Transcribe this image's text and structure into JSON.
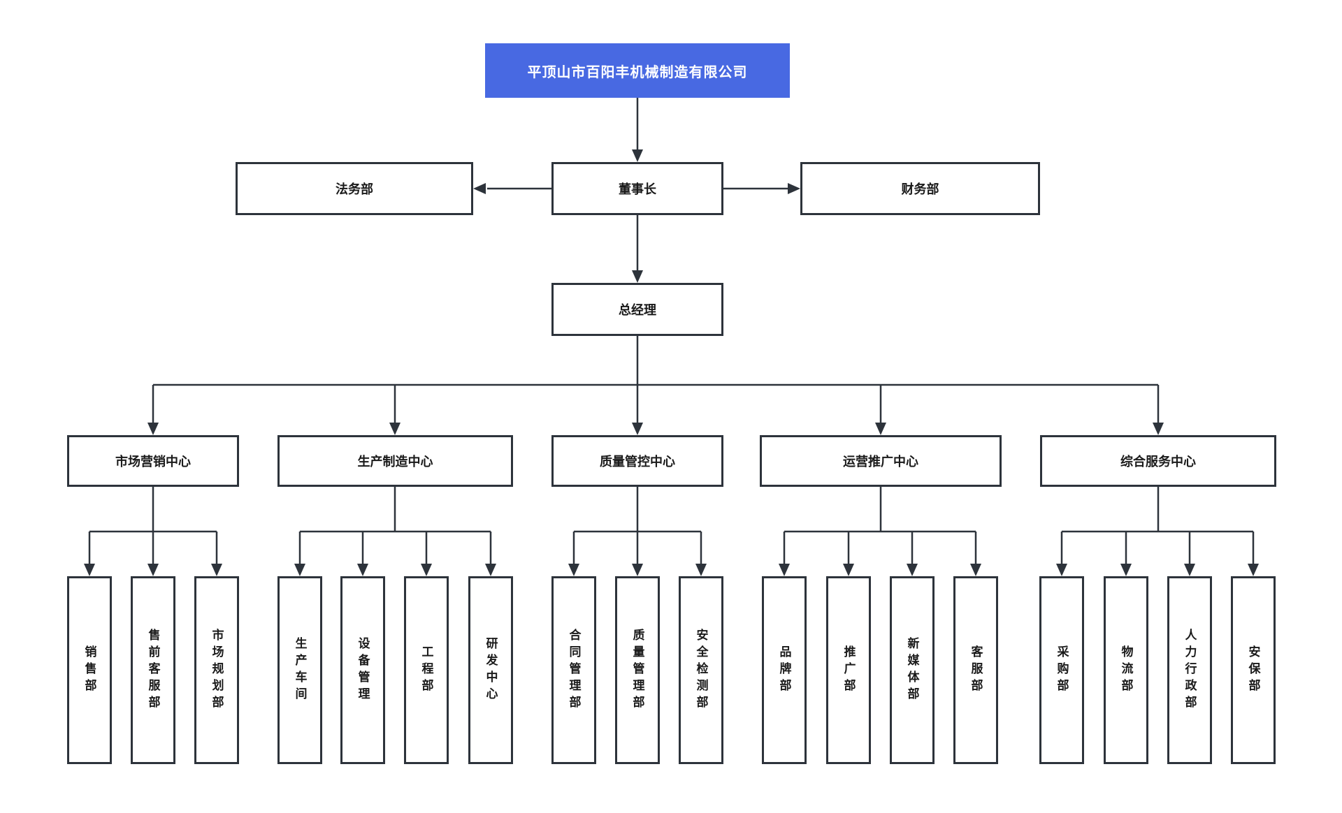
{
  "meta": {
    "accent_blue": "#4869e2",
    "line_color": "#2d333b",
    "text_color": "#1a1a1a",
    "background": "#ffffff"
  },
  "org": {
    "company": "平顶山市百阳丰机械制造有限公司",
    "chairman": "董事长",
    "legal": "法务部",
    "finance": "财务部",
    "general_manager": "总经理",
    "centers": [
      {
        "label": "市场营销中心",
        "departments": [
          "销售部",
          "售前客服部",
          "市场规划部"
        ]
      },
      {
        "label": "生产制造中心",
        "departments": [
          "生产车间",
          "设备管理",
          "工程部",
          "研发中心"
        ]
      },
      {
        "label": "质量管控中心",
        "departments": [
          "合同管理部",
          "质量管理部",
          "安全检测部"
        ]
      },
      {
        "label": "运营推广中心",
        "departments": [
          "品牌部",
          "推广部",
          "新媒体部",
          "客服部"
        ]
      },
      {
        "label": "综合服务中心",
        "departments": [
          "采购部",
          "物流部",
          "人力行政部",
          "安保部"
        ]
      }
    ]
  }
}
